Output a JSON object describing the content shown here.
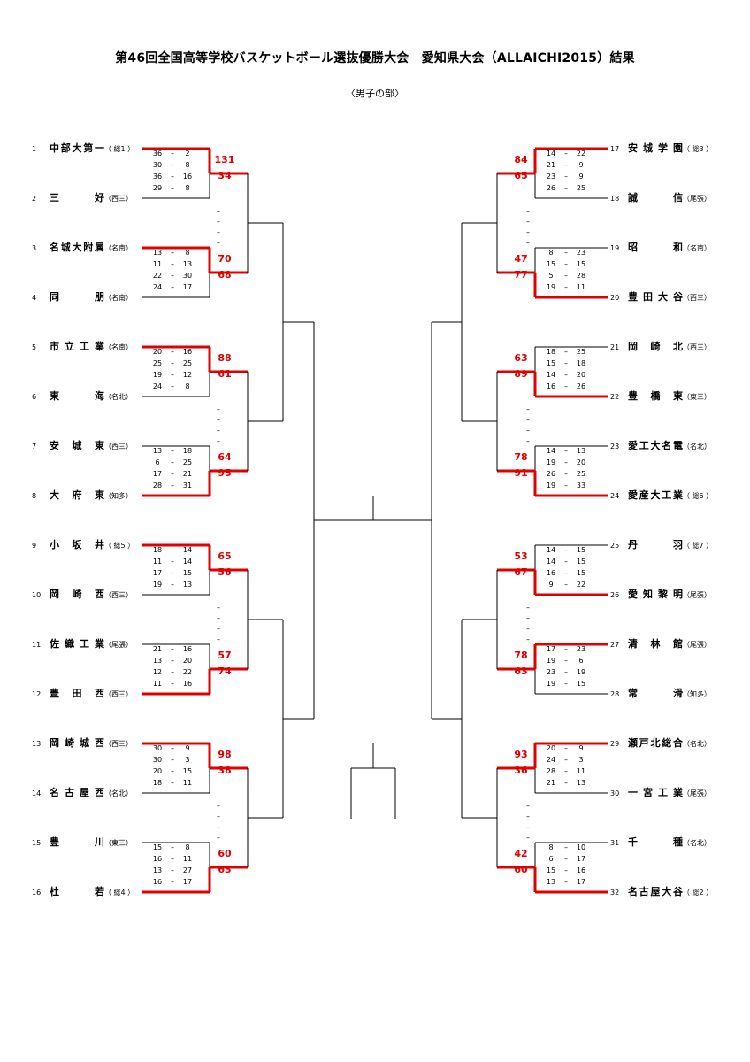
{
  "title": "第46回全国高等学校バスケットボール選抜優勝大会　愛知県大会（ALLAICHI2015）結果",
  "subtitle": "〈男子の部〉",
  "colors": {
    "winner": "#e00000",
    "line": "#000000"
  },
  "left_teams": [
    {
      "seed": "1",
      "name": "中部大第一",
      "region": "（ 総1 ）"
    },
    {
      "seed": "2",
      "name": "三　　　好",
      "region": "（西三）"
    },
    {
      "seed": "3",
      "name": "名城大附属",
      "region": "（名南）"
    },
    {
      "seed": "4",
      "name": "同　　　朋",
      "region": "（名南）"
    },
    {
      "seed": "5",
      "name": "市立工業",
      "region": "（名南）"
    },
    {
      "seed": "6",
      "name": "東　　　海",
      "region": "（名北）"
    },
    {
      "seed": "7",
      "name": "安　城　東",
      "region": "（西三）"
    },
    {
      "seed": "8",
      "name": "大　府　東",
      "region": "（知多）"
    },
    {
      "seed": "9",
      "name": "小　坂　井",
      "region": "（ 総5 ）"
    },
    {
      "seed": "10",
      "name": "岡　崎　西",
      "region": "（西三）"
    },
    {
      "seed": "11",
      "name": "佐織工業",
      "region": "（尾張）"
    },
    {
      "seed": "12",
      "name": "豊　田　西",
      "region": "（西三）"
    },
    {
      "seed": "13",
      "name": "岡崎城西",
      "region": "（西三）"
    },
    {
      "seed": "14",
      "name": "名古屋西",
      "region": "（名北）"
    },
    {
      "seed": "15",
      "name": "豊　　　川",
      "region": "（東三）"
    },
    {
      "seed": "16",
      "name": "杜　　　若",
      "region": "（ 総4 ）"
    }
  ],
  "right_teams": [
    {
      "seed": "17",
      "name": "安城学園",
      "region": "（ 総3 ）"
    },
    {
      "seed": "18",
      "name": "誠　　　信",
      "region": "（尾張）"
    },
    {
      "seed": "19",
      "name": "昭　　　和",
      "region": "（名南）"
    },
    {
      "seed": "20",
      "name": "豊田大谷",
      "region": "（西三）"
    },
    {
      "seed": "21",
      "name": "岡　崎　北",
      "region": "（西三）"
    },
    {
      "seed": "22",
      "name": "豊　橋　東",
      "region": "（東三）"
    },
    {
      "seed": "23",
      "name": "愛工大名電",
      "region": "（名北）"
    },
    {
      "seed": "24",
      "name": "愛産大工業",
      "region": "（ 総6 ）"
    },
    {
      "seed": "25",
      "name": "丹　　　羽",
      "region": "（ 総7 ）"
    },
    {
      "seed": "26",
      "name": "愛知黎明",
      "region": "（尾張）"
    },
    {
      "seed": "27",
      "name": "清　林　館",
      "region": "（尾張）"
    },
    {
      "seed": "28",
      "name": "常　　　滑",
      "region": "（知多）"
    },
    {
      "seed": "29",
      "name": "瀬戸北総合",
      "region": "（名北）"
    },
    {
      "seed": "30",
      "name": "一宮工業",
      "region": "（尾張）"
    },
    {
      "seed": "31",
      "name": "千　　　種",
      "region": "（名北）"
    },
    {
      "seed": "32",
      "name": "名古屋大谷",
      "region": "（ 総2 ）"
    }
  ],
  "left_matches": [
    {
      "winner": "top",
      "totals": [
        "131",
        "34"
      ],
      "quarters": [
        [
          "36",
          "2"
        ],
        [
          "30",
          "8"
        ],
        [
          "36",
          "16"
        ],
        [
          "29",
          "8"
        ]
      ]
    },
    {
      "winner": "top",
      "totals": [
        "70",
        "68"
      ],
      "quarters": [
        [
          "13",
          "8"
        ],
        [
          "11",
          "13"
        ],
        [
          "22",
          "30"
        ],
        [
          "24",
          "17"
        ]
      ]
    },
    {
      "winner": "top",
      "totals": [
        "88",
        "61"
      ],
      "quarters": [
        [
          "20",
          "16"
        ],
        [
          "25",
          "25"
        ],
        [
          "19",
          "12"
        ],
        [
          "24",
          "8"
        ]
      ]
    },
    {
      "winner": "bottom",
      "totals": [
        "64",
        "95"
      ],
      "quarters": [
        [
          "13",
          "18"
        ],
        [
          "6",
          "25"
        ],
        [
          "17",
          "21"
        ],
        [
          "28",
          "31"
        ]
      ]
    },
    {
      "winner": "top",
      "totals": [
        "65",
        "56"
      ],
      "quarters": [
        [
          "18",
          "14"
        ],
        [
          "11",
          "14"
        ],
        [
          "17",
          "15"
        ],
        [
          "19",
          "13"
        ]
      ]
    },
    {
      "winner": "bottom",
      "totals": [
        "57",
        "74"
      ],
      "quarters": [
        [
          "21",
          "16"
        ],
        [
          "13",
          "20"
        ],
        [
          "12",
          "22"
        ],
        [
          "11",
          "16"
        ]
      ]
    },
    {
      "winner": "top",
      "totals": [
        "98",
        "38"
      ],
      "quarters": [
        [
          "30",
          "9"
        ],
        [
          "30",
          "3"
        ],
        [
          "20",
          "15"
        ],
        [
          "18",
          "11"
        ]
      ]
    },
    {
      "winner": "bottom",
      "totals": [
        "60",
        "63"
      ],
      "quarters": [
        [
          "15",
          "8"
        ],
        [
          "16",
          "11"
        ],
        [
          "13",
          "27"
        ],
        [
          "16",
          "17"
        ]
      ]
    }
  ],
  "right_matches": [
    {
      "winner": "top",
      "totals": [
        "84",
        "65"
      ],
      "quarters": [
        [
          "14",
          "22"
        ],
        [
          "21",
          "9"
        ],
        [
          "23",
          "9"
        ],
        [
          "26",
          "25"
        ]
      ]
    },
    {
      "winner": "bottom",
      "totals": [
        "47",
        "77"
      ],
      "quarters": [
        [
          "8",
          "23"
        ],
        [
          "15",
          "15"
        ],
        [
          "5",
          "28"
        ],
        [
          "19",
          "11"
        ]
      ]
    },
    {
      "winner": "bottom",
      "totals": [
        "63",
        "89"
      ],
      "quarters": [
        [
          "18",
          "25"
        ],
        [
          "15",
          "18"
        ],
        [
          "14",
          "20"
        ],
        [
          "16",
          "26"
        ]
      ]
    },
    {
      "winner": "bottom",
      "totals": [
        "78",
        "91"
      ],
      "quarters": [
        [
          "14",
          "13"
        ],
        [
          "19",
          "20"
        ],
        [
          "26",
          "25"
        ],
        [
          "19",
          "33"
        ]
      ]
    },
    {
      "winner": "bottom",
      "totals": [
        "53",
        "67"
      ],
      "quarters": [
        [
          "14",
          "15"
        ],
        [
          "14",
          "15"
        ],
        [
          "16",
          "15"
        ],
        [
          "9",
          "22"
        ]
      ]
    },
    {
      "winner": "top",
      "totals": [
        "78",
        "63"
      ],
      "quarters": [
        [
          "17",
          "23"
        ],
        [
          "19",
          "6"
        ],
        [
          "23",
          "19"
        ],
        [
          "19",
          "15"
        ]
      ]
    },
    {
      "winner": "top",
      "totals": [
        "93",
        "36"
      ],
      "quarters": [
        [
          "20",
          "9"
        ],
        [
          "24",
          "3"
        ],
        [
          "28",
          "11"
        ],
        [
          "21",
          "13"
        ]
      ]
    },
    {
      "winner": "bottom",
      "totals": [
        "42",
        "60"
      ],
      "quarters": [
        [
          "8",
          "10"
        ],
        [
          "6",
          "17"
        ],
        [
          "15",
          "16"
        ],
        [
          "13",
          "17"
        ]
      ]
    }
  ]
}
